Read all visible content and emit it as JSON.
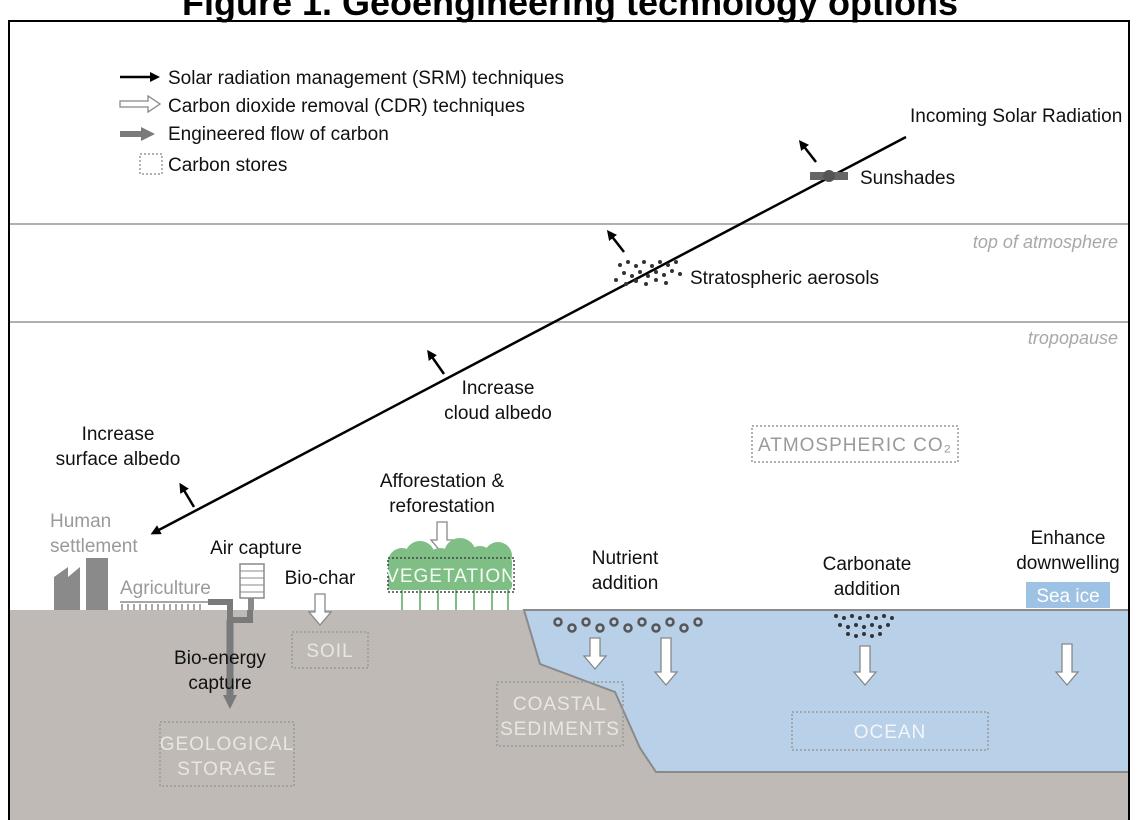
{
  "title": "Figure 1. Geoengineering technology options",
  "legend": {
    "srm": "Solar radiation management (SRM) techniques",
    "cdr": "Carbon dioxide removal (CDR) techniques",
    "flow": "Engineered flow of carbon",
    "stores": "Carbon stores"
  },
  "layers": {
    "toa": "top of atmosphere",
    "tropopause": "tropopause"
  },
  "srm": {
    "incoming": "Incoming Solar Radiation",
    "sunshades": "Sunshades",
    "aerosols": "Stratospheric aerosols",
    "cloud_1": "Increase",
    "cloud_2": "cloud albedo",
    "surface_1": "Increase",
    "surface_2": "surface albedo"
  },
  "land": {
    "human_1": "Human",
    "human_2": "settlement",
    "agriculture": "Agriculture",
    "air_capture": "Air capture",
    "biochar": "Bio-char",
    "bioenergy_1": "Bio-energy",
    "bioenergy_2": "capture",
    "afforest_1": "Afforestation &",
    "afforest_2": "reforestation"
  },
  "stores": {
    "atmos": "ATMOSPHERIC CO₂",
    "vegetation": "VEGETATION",
    "soil": "SOIL",
    "geo_1": "GEOLOGICAL",
    "geo_2": "STORAGE",
    "coastal_1": "COASTAL",
    "coastal_2": "SEDIMENTS",
    "ocean": "OCEAN"
  },
  "ocean": {
    "nutrient_1": "Nutrient",
    "nutrient_2": "addition",
    "carbonate_1": "Carbonate",
    "carbonate_2": "addition",
    "downwell_1": "Enhance",
    "downwell_2": "downwelling",
    "sea_ice": "Sea ice"
  },
  "colors": {
    "ground": "#bfbab5",
    "ocean": "#b8d0e8",
    "vegetation": "#7fbf86",
    "engineered_flow": "#7a7a7a",
    "layer_line": "#b0b0b0"
  }
}
